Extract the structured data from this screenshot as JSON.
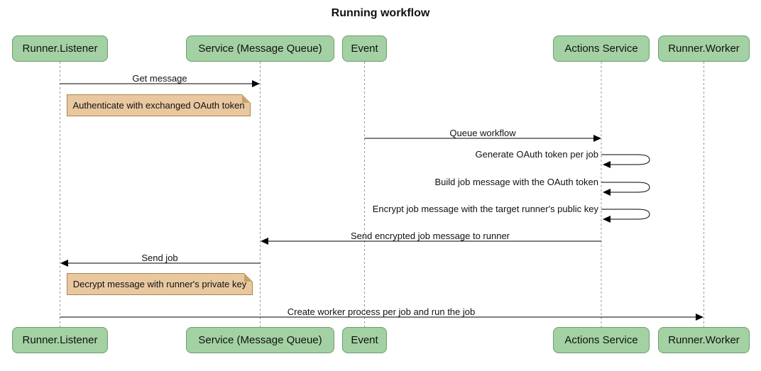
{
  "title": "Running workflow",
  "colors": {
    "background": "#ffffff",
    "actor_fill": "#a3d1a3",
    "actor_border": "#6b9e6b",
    "note_fill": "#e9c8a0",
    "note_border": "#a8854e",
    "lifeline": "#999999",
    "arrow": "#000000",
    "text": "#111111"
  },
  "participants": [
    {
      "label": "Runner.Listener"
    },
    {
      "label": "Service (Message Queue)"
    },
    {
      "label": "Event"
    },
    {
      "label": "Actions Service"
    },
    {
      "label": "Runner.Worker"
    }
  ],
  "messages": [
    {
      "label": "Get message",
      "from": "Runner.Listener",
      "to": "Service (Message Queue)",
      "type": "arrow"
    },
    {
      "label": "Queue workflow",
      "from": "Event",
      "to": "Actions Service",
      "type": "arrow"
    },
    {
      "label": "Generate OAuth token per job",
      "from": "Actions Service",
      "to": "Actions Service",
      "type": "self"
    },
    {
      "label": "Build job message with the OAuth token",
      "from": "Actions Service",
      "to": "Actions Service",
      "type": "self"
    },
    {
      "label": "Encrypt job message with the target runner's public key",
      "from": "Actions Service",
      "to": "Actions Service",
      "type": "self"
    },
    {
      "label": "Send encrypted job message to runner",
      "from": "Actions Service",
      "to": "Service (Message Queue)",
      "type": "arrow"
    },
    {
      "label": "Send job",
      "from": "Service (Message Queue)",
      "to": "Runner.Listener",
      "type": "arrow"
    },
    {
      "label": "Create worker process per job and run the job",
      "from": "Runner.Listener",
      "to": "Runner.Worker",
      "type": "arrow"
    }
  ],
  "notes": [
    {
      "text": "Authenticate with exchanged OAuth token",
      "over": "Runner.Listener"
    },
    {
      "text": "Decrypt message with runner's private key",
      "over": "Runner.Listener"
    }
  ]
}
